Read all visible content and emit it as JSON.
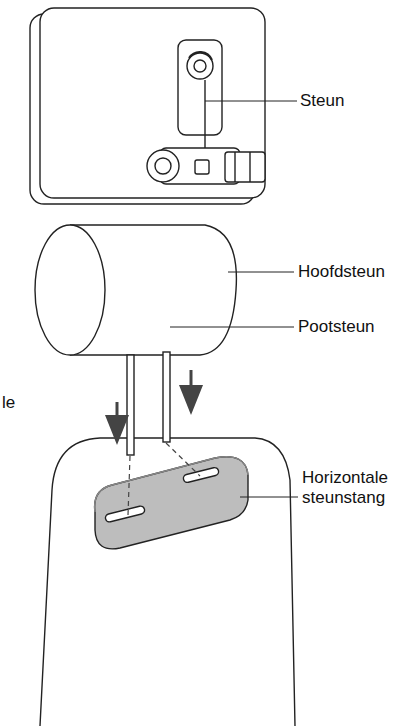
{
  "diagram": {
    "labels": [
      "Steun",
      "Hoofdsteun",
      "Pootsteun",
      "le",
      "Horizontale steunstang"
    ]
  }
}
